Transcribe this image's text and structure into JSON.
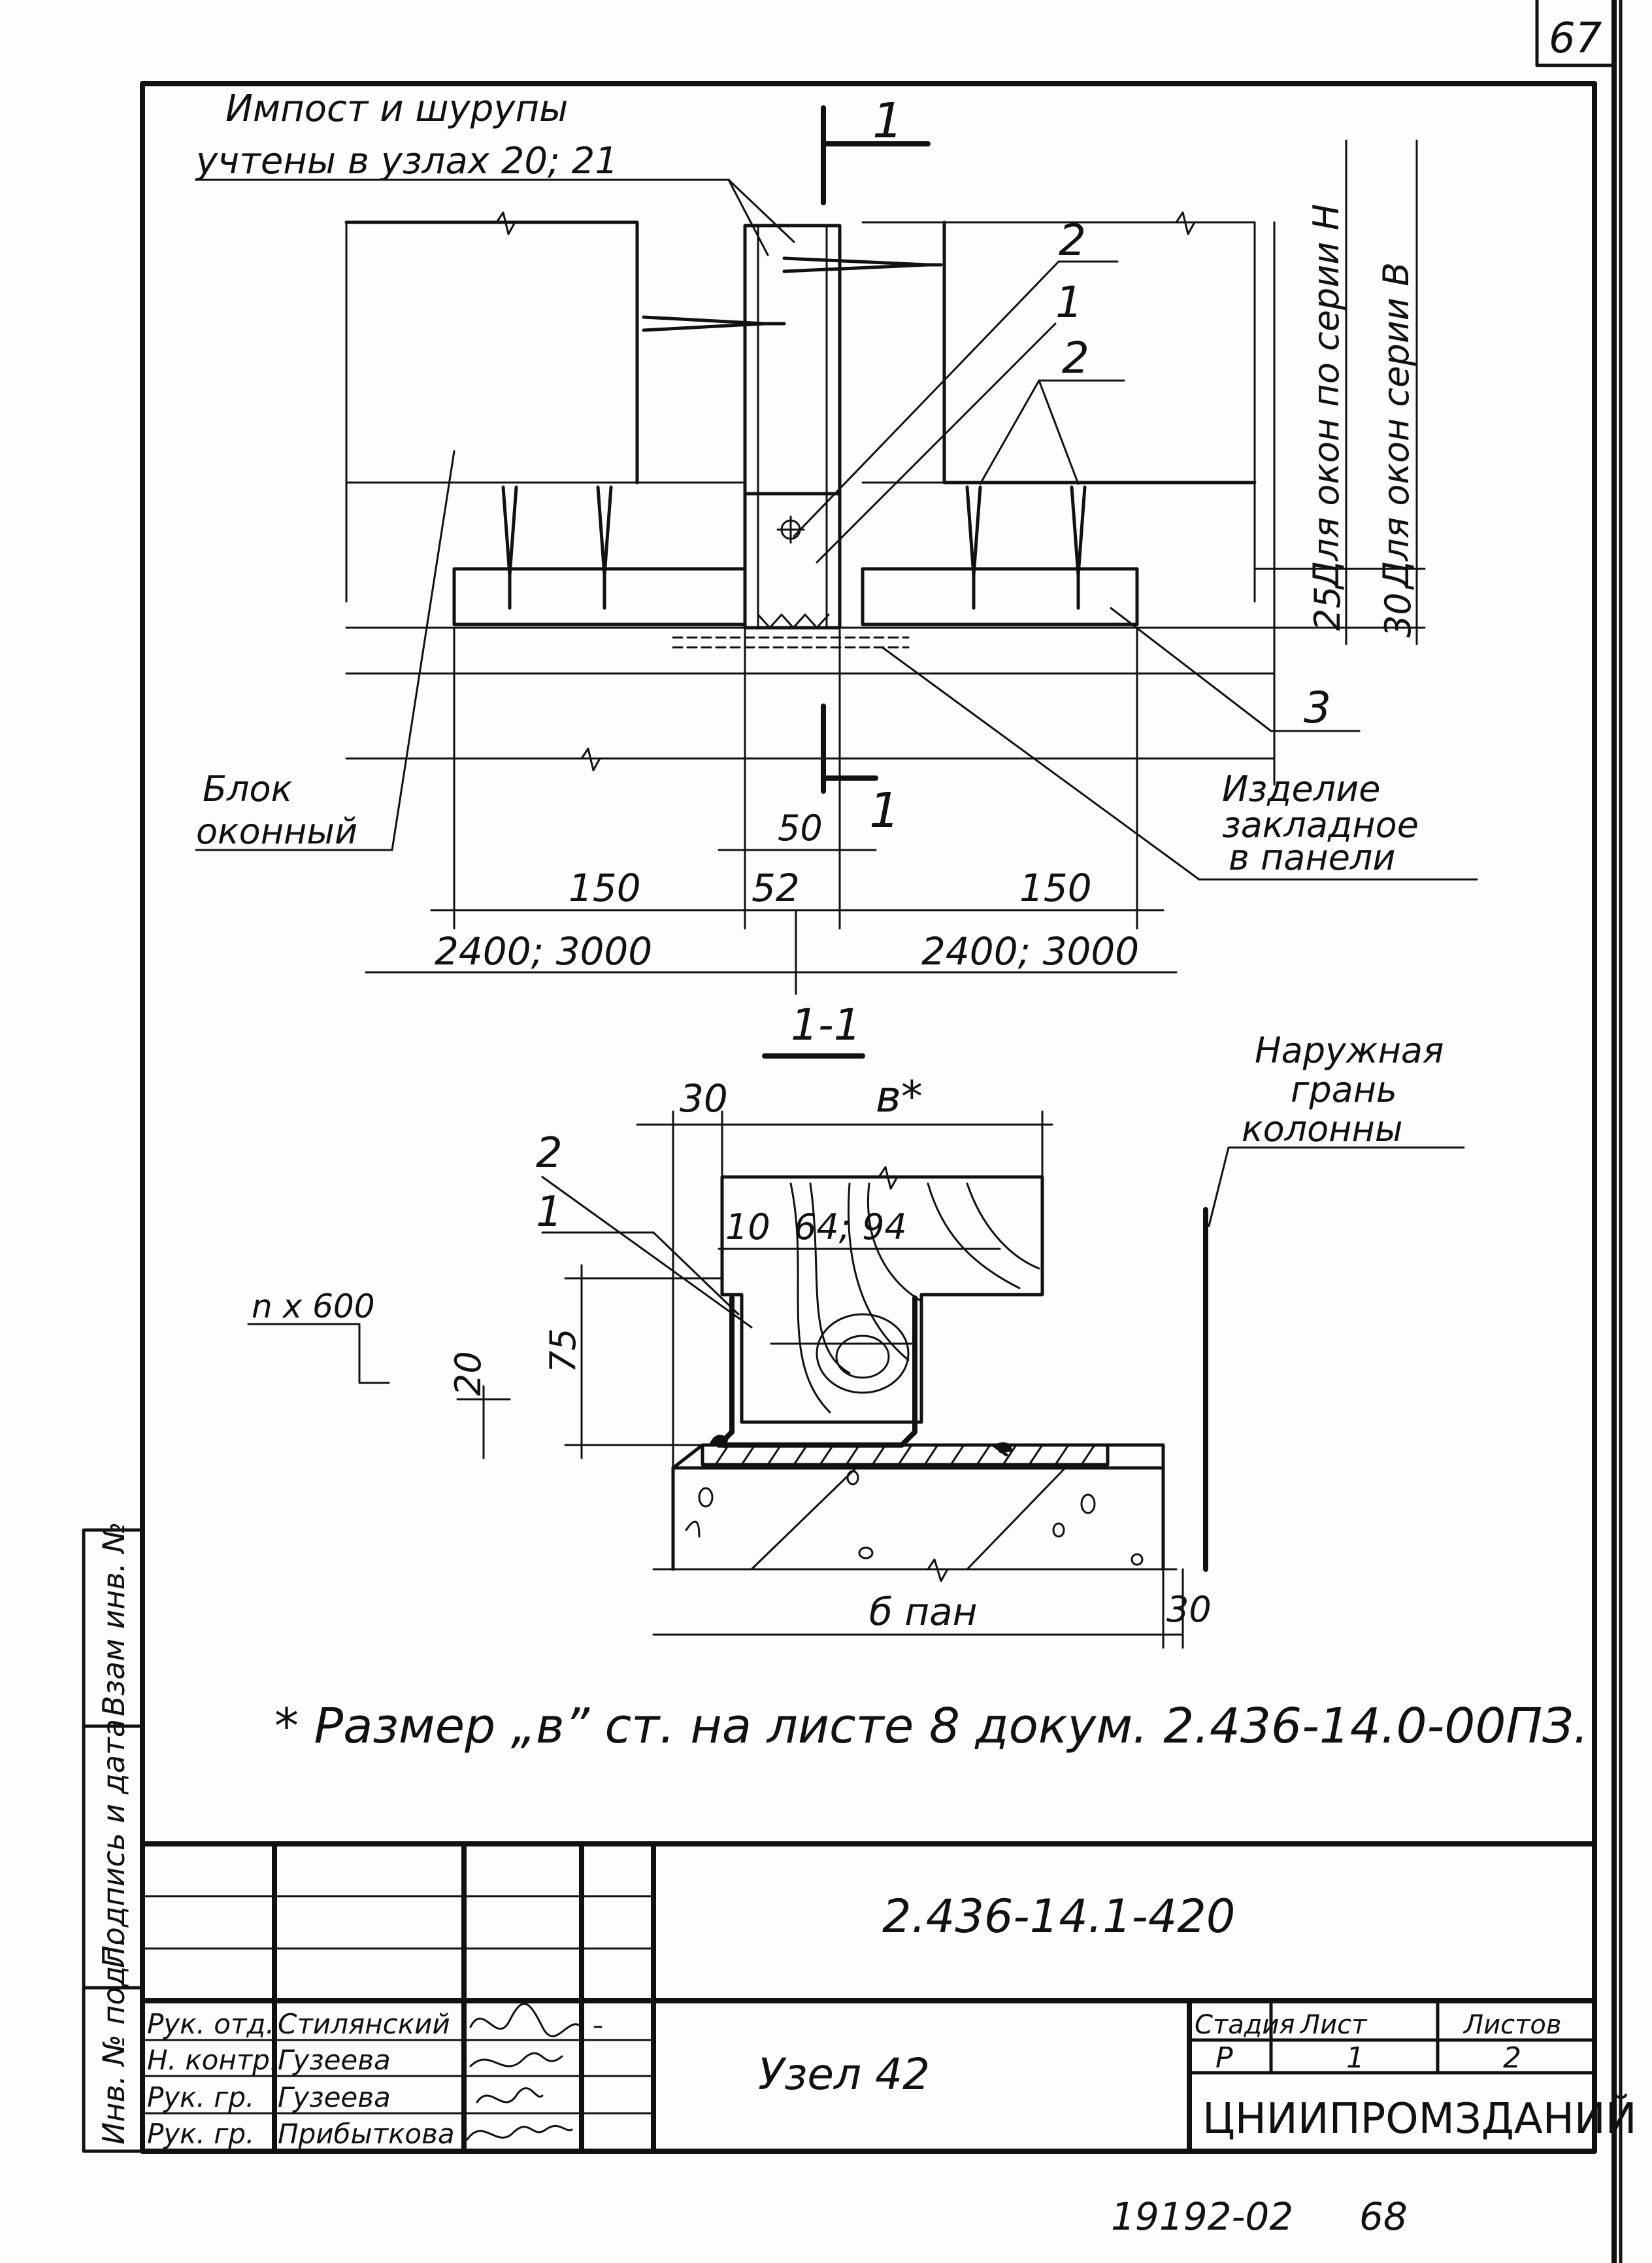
{
  "page_number": "67",
  "plan": {
    "note_line1": "Импост и шурупы",
    "note_line2": "учтены в узлах 20; 21",
    "section_mark": "1",
    "callout_1": "1",
    "callout_2": "2",
    "callout_3": "3",
    "label_window_block_1": "Блок",
    "label_window_block_2": "оконный",
    "label_embed_1": "Изделие",
    "label_embed_2": "закладное",
    "label_embed_3": "в панели",
    "label_series_h": "Для окон по серии Н",
    "label_series_b": "Для окон серии В",
    "dim_25": "25",
    "dim_30": "30",
    "dim_50": "50",
    "dim_52": "52",
    "dim_150_left": "150",
    "dim_150_right": "150",
    "dim_span_left": "2400; 3000",
    "dim_span_right": "2400; 3000"
  },
  "section": {
    "title": "1-1",
    "callout_1": "1",
    "callout_2": "2",
    "dim_30_top": "30",
    "dim_b": "в*",
    "dim_10": "10",
    "dim_64_94": "64; 94",
    "dim_75": "75",
    "dim_20": "20",
    "dim_nx600": "n x 600",
    "dim_b_pan": "б пан",
    "dim_30_bottom": "30",
    "label_outer_face_1": "Наружная",
    "label_outer_face_2": "грань",
    "label_outer_face_3": "колонны"
  },
  "footnote": "* Размер „в” ст. на листе 8 докум. 2.436-14.0-00ПЗ.",
  "side_stamp": {
    "col1": "Взам инв. №",
    "col2": "Подпись и дата",
    "col3": "Инв. № подл."
  },
  "title_block": {
    "document_code": "2.436-14.1-420",
    "drawing_title": "Узел 42",
    "organization": "ЦНИИПРОМЗДАНИЙ",
    "stage_header": "Стадия",
    "sheet_header": "Лист",
    "sheets_header": "Листов",
    "stage_value": "Р",
    "sheet_value": "1",
    "sheets_value": "2",
    "staff": [
      {
        "role": "Рук. отд.",
        "name": "Стилянский"
      },
      {
        "role": "Н. контр.",
        "name": "Гузеева"
      },
      {
        "role": "Рук. гр.",
        "name": "Гузеева"
      },
      {
        "role": "Рук. гр.",
        "name": "Прибыткова"
      }
    ]
  },
  "archive_number": "19192-02",
  "archive_page": "68"
}
